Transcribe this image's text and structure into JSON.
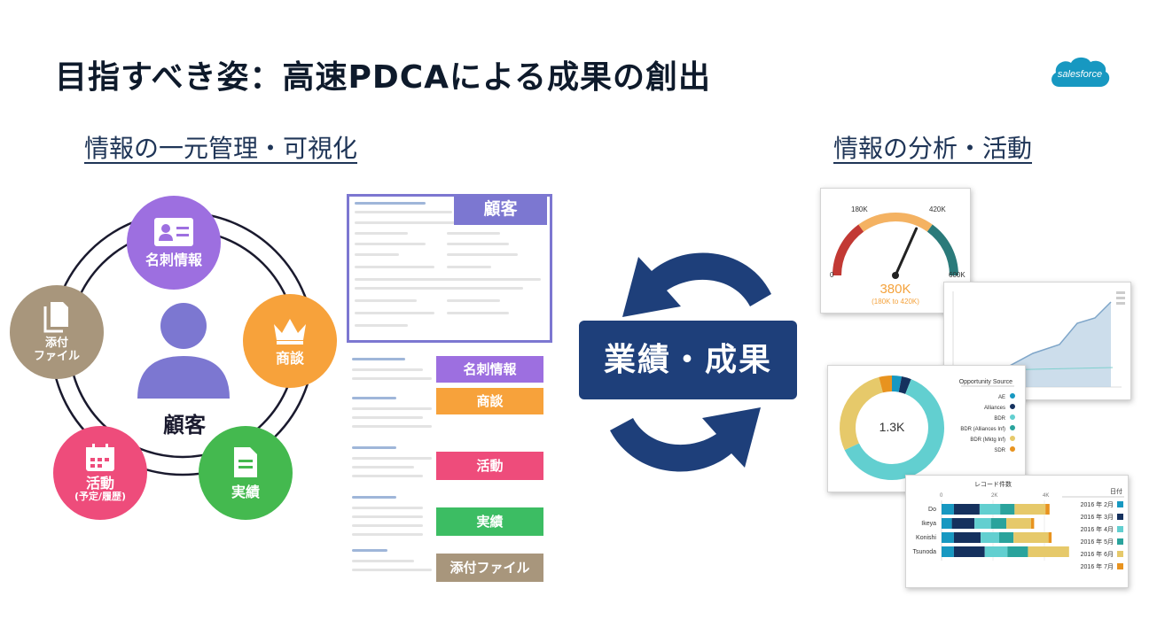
{
  "title": "目指すべき姿：高速PDCAによる成果の創出",
  "brand": {
    "name": "salesforce",
    "color": "#1798c1"
  },
  "left_heading": "情報の一元管理・可視化",
  "right_heading": "情報の分析・活動",
  "customer_hub": {
    "center_label": "顧客",
    "nodes": [
      {
        "label": "名刺情報",
        "icon": "id-card-icon",
        "color": "#9d6fe0"
      },
      {
        "label": "商談",
        "icon": "crown-icon",
        "color": "#f7a23b"
      },
      {
        "label": "実績",
        "icon": "document-icon",
        "color": "#44b94f"
      },
      {
        "label": "活動",
        "sublabel": "(予定/履歴)",
        "icon": "calendar-icon",
        "color": "#ee4c7b"
      },
      {
        "label": "添付",
        "label2": "ファイル",
        "icon": "files-icon",
        "color": "#a8967c"
      }
    ]
  },
  "record_tags": {
    "customer": {
      "label": "顧客",
      "color": "#7c77d1"
    },
    "card": {
      "label": "名刺情報",
      "color": "#9d6fe0"
    },
    "deal": {
      "label": "商談",
      "color": "#f7a23b"
    },
    "activity": {
      "label": "活動",
      "color": "#ee4c7b"
    },
    "result": {
      "label": "実績",
      "color": "#3cbd63"
    },
    "attachment": {
      "label": "添付ファイル",
      "color": "#a8967c"
    }
  },
  "center_box": {
    "label": "業績・成果",
    "color": "#1e3f7a"
  },
  "gauge": {
    "min_label": "0",
    "label_180": "180K",
    "label_420": "420K",
    "max_label": "600K",
    "value_label": "380K",
    "range_label": "(180K to 420K)",
    "value": 380,
    "max": 600
  },
  "donut": {
    "center_label": "1.3K",
    "legend_title": "Opportunity Source",
    "legend": [
      {
        "name": "AE",
        "color": "#1798c1"
      },
      {
        "name": "Alliances",
        "color": "#15315e"
      },
      {
        "name": "BDR",
        "color": "#62cfd0"
      },
      {
        "name": "BDR (Alliances Inf)",
        "color": "#2aa39c"
      },
      {
        "name": "BDR (Mktg Inf)",
        "color": "#e6c96a"
      },
      {
        "name": "SDR",
        "color": "#e8931f"
      }
    ]
  },
  "bar_chart": {
    "title": "レコード件数",
    "axis_ticks": [
      "0",
      "2K",
      "4K"
    ],
    "legend_title": "日付",
    "legend": [
      {
        "name": "2016 年 2月",
        "color": "#1798c1"
      },
      {
        "name": "2016 年 3月",
        "color": "#15315e"
      },
      {
        "name": "2016 年 4月",
        "color": "#62cfd0"
      },
      {
        "name": "2016 年 5月",
        "color": "#2aa39c"
      },
      {
        "name": "2016 年 6月",
        "color": "#e6c96a"
      },
      {
        "name": "2016 年 7月",
        "color": "#e8931f"
      }
    ],
    "rows": [
      {
        "name": "Do",
        "values": [
          0.12,
          0.25,
          0.2,
          0.14,
          0.3,
          0.04
        ]
      },
      {
        "name": "Ikeya",
        "values": [
          0.1,
          0.22,
          0.16,
          0.15,
          0.24,
          0.03
        ]
      },
      {
        "name": "Konishi",
        "values": [
          0.12,
          0.26,
          0.18,
          0.14,
          0.34,
          0.03
        ]
      },
      {
        "name": "Tsunoda",
        "values": [
          0.12,
          0.3,
          0.22,
          0.2,
          0.4,
          0.0
        ]
      }
    ]
  }
}
